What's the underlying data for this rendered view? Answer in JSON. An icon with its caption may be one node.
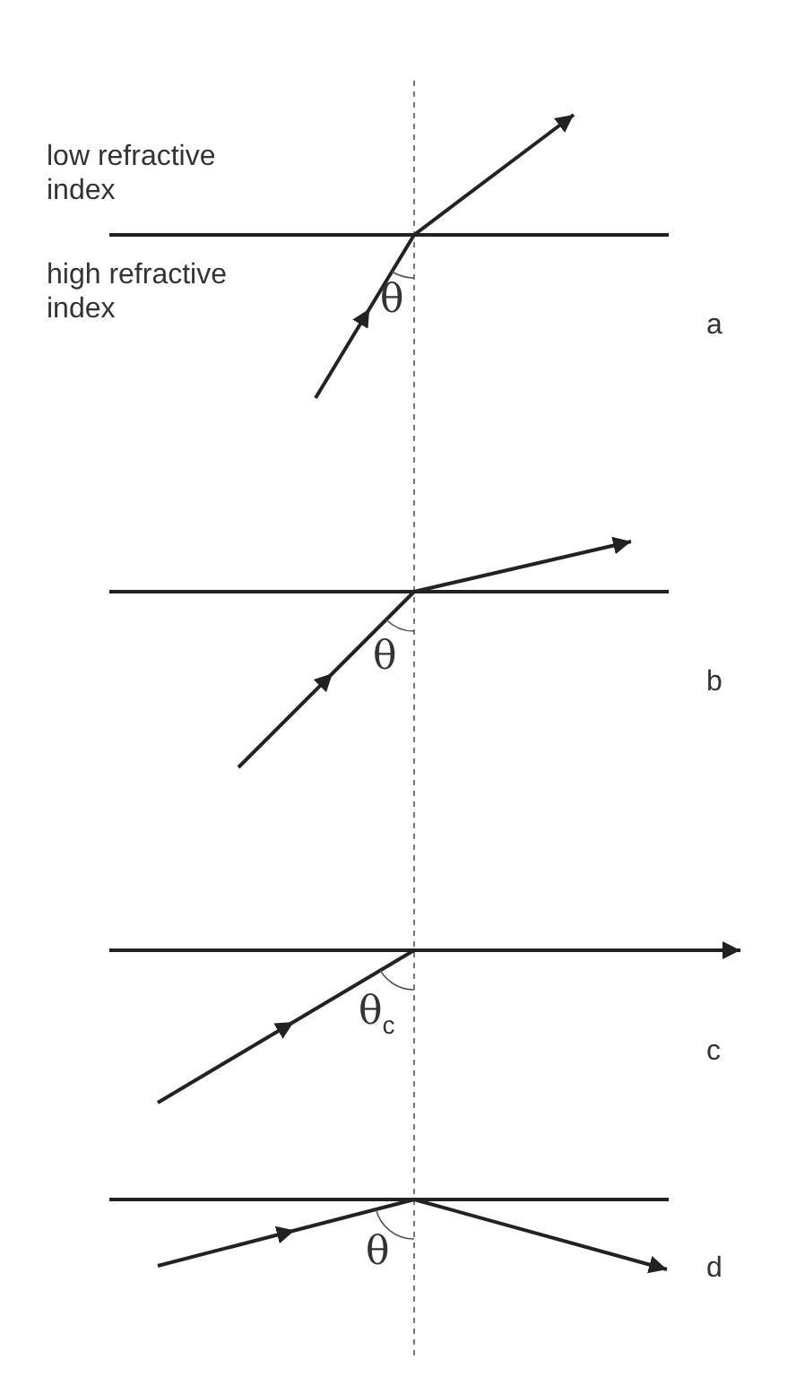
{
  "diagram": {
    "labels": [
      "low refractive index",
      "high refractive index",
      "θ",
      "a",
      "θ",
      "b",
      "θ$_{c}$",
      "c",
      "θ",
      "d"
    ]
  }
}
